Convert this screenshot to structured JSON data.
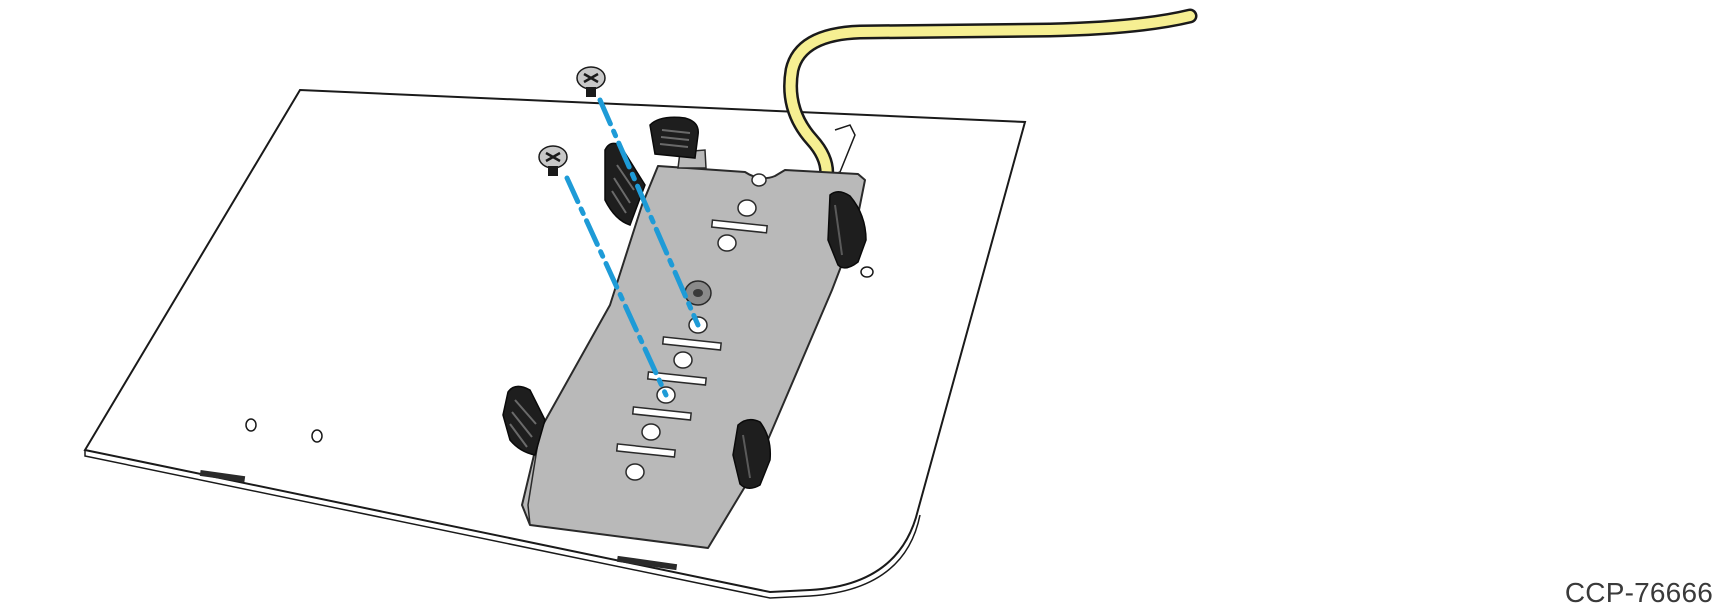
{
  "figure": {
    "id_label": "CCP-76666"
  },
  "colors": {
    "plate": "#ffffff",
    "outline": "#1a1a1a",
    "bracket": "#b9b9b9",
    "bracket_edge": "#2a2a2a",
    "clip": "#1e1e1e",
    "cable": "#f6ef92",
    "guide_line": "#1e9bd7"
  },
  "parts": {
    "screws": 2,
    "clips": 5
  }
}
